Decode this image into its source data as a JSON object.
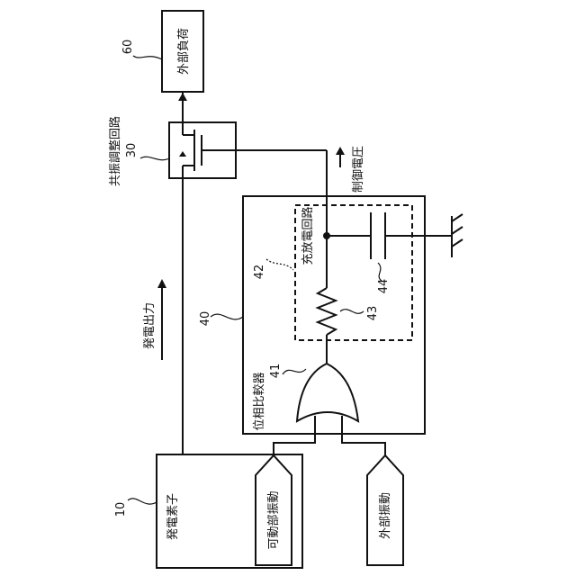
{
  "components": {
    "external_load": {
      "label": "外部負荷",
      "ref": "60"
    },
    "resonance_circuit": {
      "label": "共振調整回路",
      "ref": "30"
    },
    "control_voltage": {
      "label": "制御電圧"
    },
    "comparator": {
      "label": "位相比較器",
      "ref": "40"
    },
    "charge_circuit": {
      "label": "充放電回路",
      "ref": "42"
    },
    "resistor": {
      "ref": "43"
    },
    "capacitor": {
      "ref": "44"
    },
    "gate": {
      "ref": "41"
    },
    "power_output": {
      "label": "発電出力"
    },
    "generator": {
      "label": "発電素子",
      "ref": "10"
    },
    "movable_vibration": {
      "label": "可動部振動"
    },
    "external_vibration": {
      "label": "外部振動"
    }
  }
}
